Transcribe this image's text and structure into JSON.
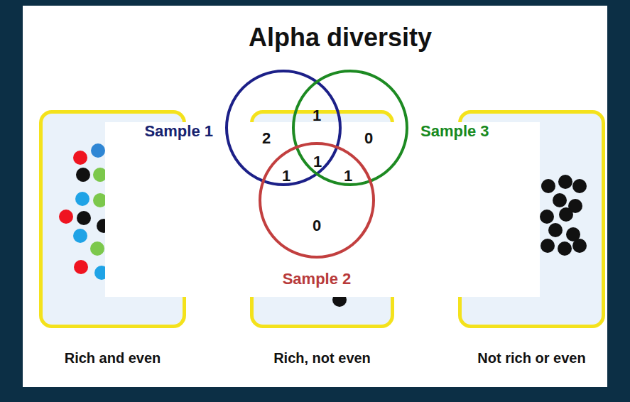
{
  "diagram": {
    "title": "Alpha diversity",
    "nodes": [
      {
        "text": [
          "Sample 1"
        ]
      },
      {
        "text": [
          "Sample 3"
        ]
      },
      {
        "text": [
          "Sample 2"
        ]
      },
      {
        "text": [
          "Rich and even"
        ]
      },
      {
        "text": [
          "Rich, not even"
        ]
      },
      {
        "text": [
          "Not rich or even"
        ]
      }
    ],
    "labels": [
      "2",
      "1",
      "0",
      "1",
      "1",
      "1",
      "0"
    ]
  }
}
